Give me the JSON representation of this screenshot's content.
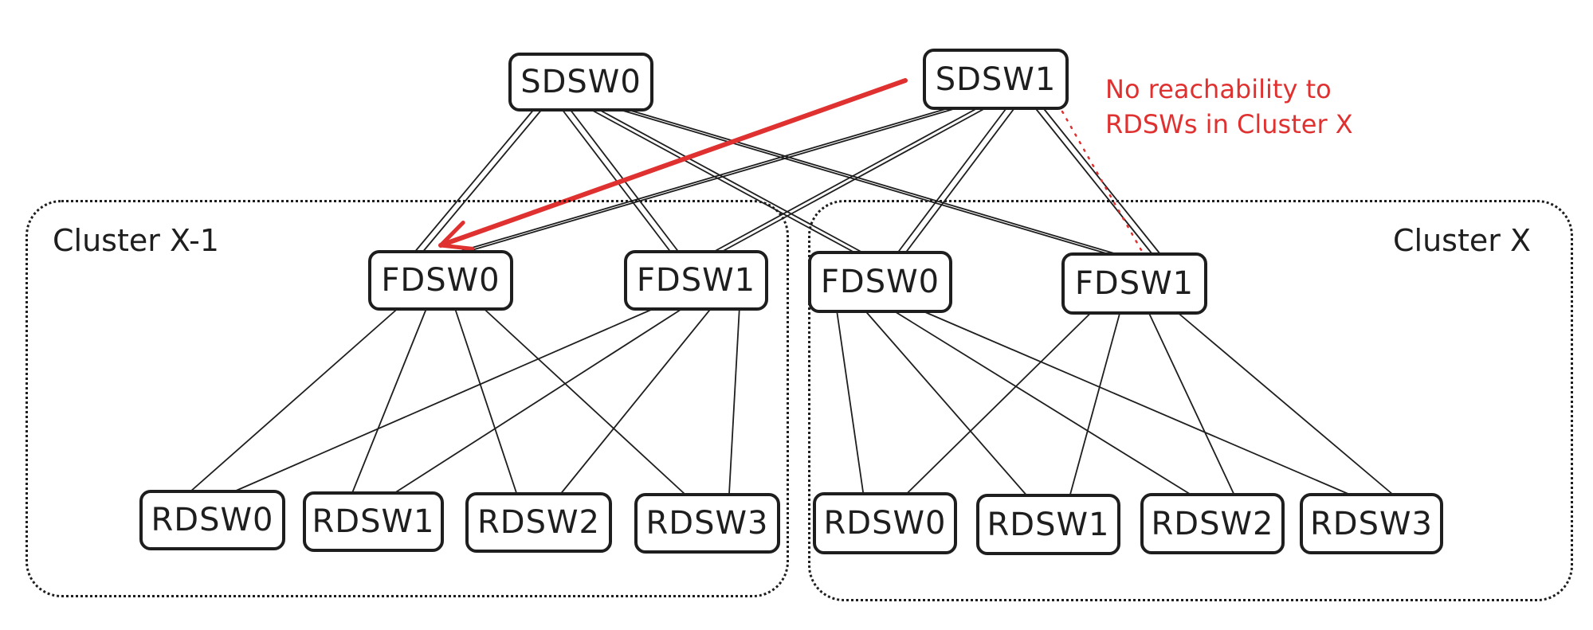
{
  "diagram": {
    "clusters": [
      {
        "id": "cx1",
        "label": "Cluster X-1"
      },
      {
        "id": "cx",
        "label": "Cluster X"
      }
    ],
    "spine": [
      {
        "id": "sd0",
        "label": "SDSW0"
      },
      {
        "id": "sd1",
        "label": "SDSW1"
      }
    ],
    "fabric": [
      {
        "id": "f0a",
        "cluster": "cx1",
        "label": "FDSW0"
      },
      {
        "id": "f1a",
        "cluster": "cx1",
        "label": "FDSW1"
      },
      {
        "id": "f0b",
        "cluster": "cx",
        "label": "FDSW0"
      },
      {
        "id": "f1b",
        "cluster": "cx",
        "label": "FDSW1"
      }
    ],
    "rack": [
      {
        "id": "r0a",
        "cluster": "cx1",
        "label": "RDSW0"
      },
      {
        "id": "r1a",
        "cluster": "cx1",
        "label": "RDSW1"
      },
      {
        "id": "r2a",
        "cluster": "cx1",
        "label": "RDSW2"
      },
      {
        "id": "r3a",
        "cluster": "cx1",
        "label": "RDSW3"
      },
      {
        "id": "r0b",
        "cluster": "cx",
        "label": "RDSW0"
      },
      {
        "id": "r1b",
        "cluster": "cx",
        "label": "RDSW1"
      },
      {
        "id": "r2b",
        "cluster": "cx",
        "label": "RDSW2"
      },
      {
        "id": "r3b",
        "cluster": "cx",
        "label": "RDSW3"
      }
    ],
    "links": [
      [
        "sd0",
        "f0a"
      ],
      [
        "sd0",
        "f1a"
      ],
      [
        "sd0",
        "f0b"
      ],
      [
        "sd0",
        "f1b"
      ],
      [
        "sd1",
        "f0a"
      ],
      [
        "sd1",
        "f1a"
      ],
      [
        "sd1",
        "f0b"
      ],
      [
        "sd1",
        "f1b"
      ],
      [
        "f0a",
        "r0a"
      ],
      [
        "f0a",
        "r1a"
      ],
      [
        "f0a",
        "r2a"
      ],
      [
        "f0a",
        "r3a"
      ],
      [
        "f1a",
        "r0a"
      ],
      [
        "f1a",
        "r1a"
      ],
      [
        "f1a",
        "r2a"
      ],
      [
        "f1a",
        "r3a"
      ],
      [
        "f0b",
        "r0b"
      ],
      [
        "f0b",
        "r1b"
      ],
      [
        "f0b",
        "r2b"
      ],
      [
        "f0b",
        "r3b"
      ],
      [
        "f1b",
        "r0b"
      ],
      [
        "f1b",
        "r1b"
      ],
      [
        "f1b",
        "r2b"
      ],
      [
        "f1b",
        "r3b"
      ]
    ],
    "highlight_arrow": {
      "from": "sd1",
      "to": "f0a",
      "color": "#e03131"
    },
    "annotation": {
      "lines": [
        "No reachability to",
        "RDSWs in Cluster X"
      ],
      "color": "#e03131",
      "points_from": "sd1",
      "points_to": "f1b"
    },
    "colors": {
      "stroke": "#1e1e1e",
      "accent": "#e03131",
      "background": "#ffffff"
    }
  }
}
